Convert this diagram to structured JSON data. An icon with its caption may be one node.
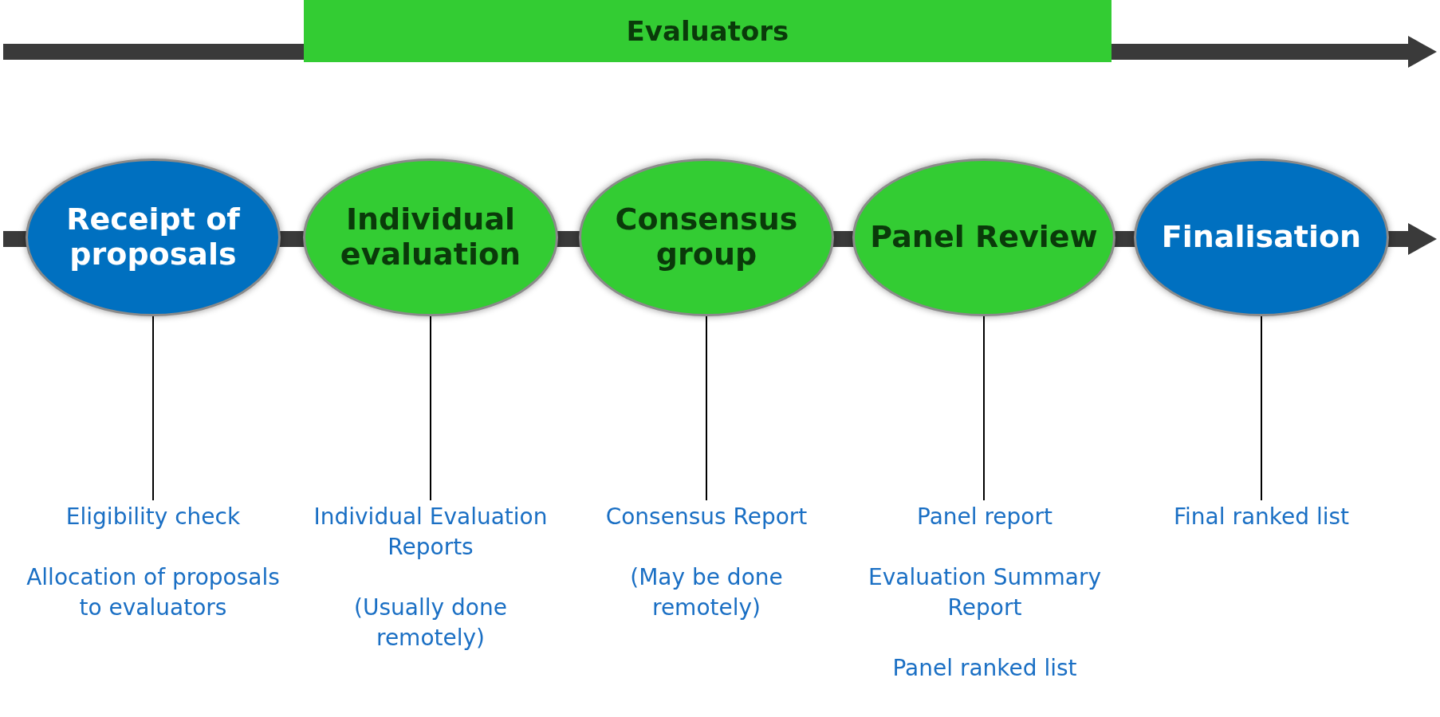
{
  "diagram": {
    "nodes": [
      {
        "text": [
          "Evaluators"
        ]
      },
      {
        "text": [
          "Receipt of proposals"
        ]
      },
      {
        "text": [
          "Individual evaluation"
        ]
      },
      {
        "text": [
          "Consensus group"
        ]
      },
      {
        "text": [
          "Panel Review"
        ]
      },
      {
        "text": [
          "Finalisation"
        ]
      },
      {
        "text": [
          "Eligibility check",
          "Allocation of proposals to evaluators"
        ]
      },
      {
        "text": [
          "Individual Evaluation Reports",
          "(Usually done remotely)"
        ]
      },
      {
        "text": [
          "Consensus Report",
          "(May be done remotely)"
        ]
      },
      {
        "text": [
          "Panel report",
          "Evaluation Summary Report",
          "Panel ranked list"
        ]
      },
      {
        "text": [
          "Final ranked list"
        ]
      }
    ],
    "edges": [
      {
        "from": 1,
        "to": 6,
        "arrow": "none"
      },
      {
        "from": 2,
        "to": 7,
        "arrow": "none"
      },
      {
        "from": 3,
        "to": 8,
        "arrow": "none"
      },
      {
        "from": 4,
        "to": 9,
        "arrow": "none"
      },
      {
        "from": 5,
        "to": 10,
        "arrow": "none"
      }
    ]
  }
}
